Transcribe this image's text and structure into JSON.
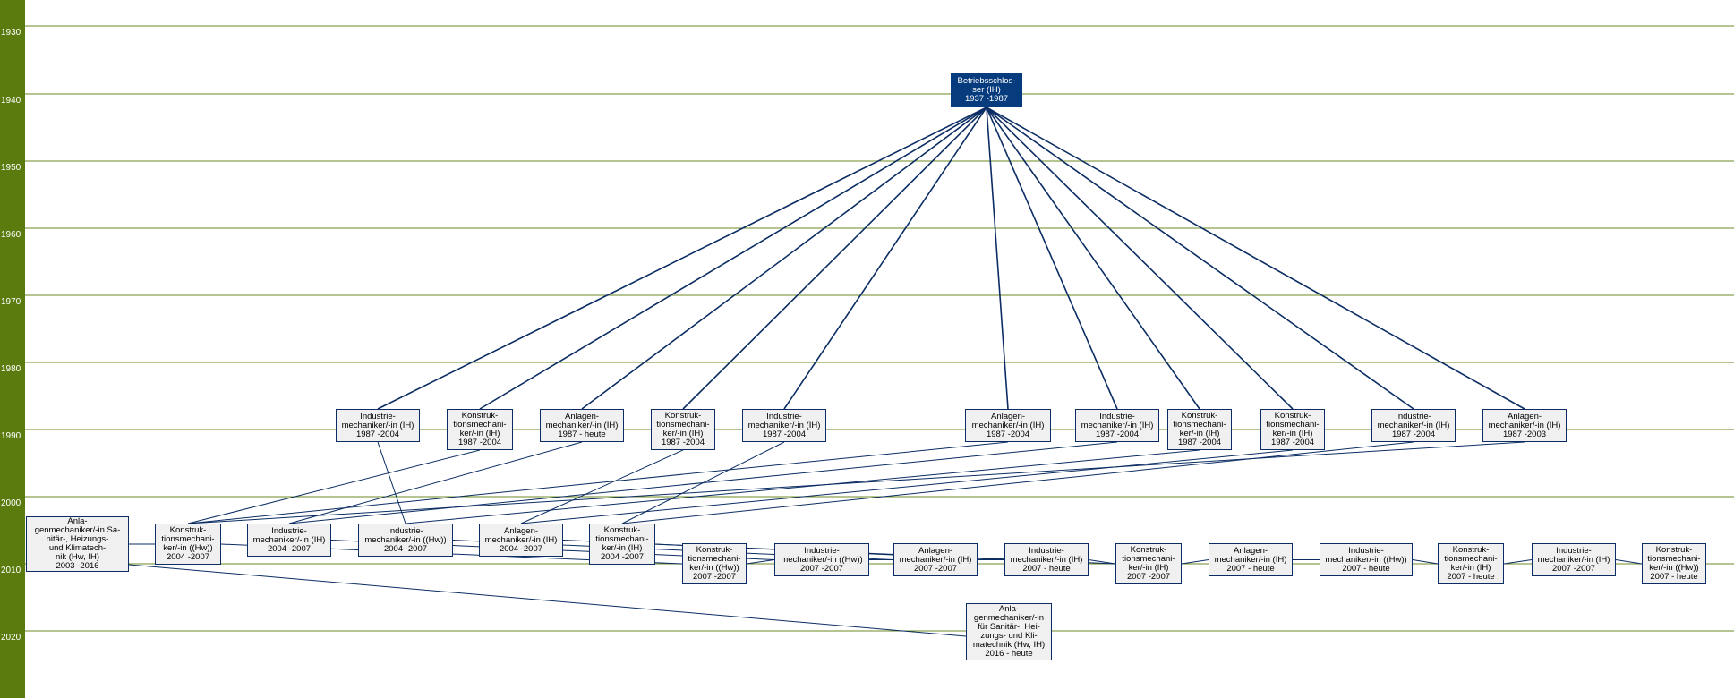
{
  "colors": {
    "timebar": "#5b7b0f",
    "gridline": "#6b8a22",
    "edge": "#0b2d63",
    "node_bg": "#f0f0f0",
    "root_bg": "#063b7d"
  },
  "timeline": {
    "years": [
      "1930",
      "1940",
      "1950",
      "1960",
      "1970",
      "1980",
      "1990",
      "2000",
      "2010",
      "2020"
    ]
  },
  "nodes": [
    {
      "id": "root",
      "root": true,
      "lines": [
        "Betriebsschlos-",
        "ser (IH)",
        "1937 -1987"
      ]
    },
    {
      "id": "a1",
      "lines": [
        "Industrie-",
        "mechaniker/-in (IH)",
        "1987 -2004"
      ]
    },
    {
      "id": "a2",
      "lines": [
        "Konstruk-",
        "tionsmechani-",
        "ker/-in (IH)",
        "1987 -2004"
      ]
    },
    {
      "id": "a3",
      "lines": [
        "Anlagen-",
        "mechaniker/-in (IH)",
        "1987 - heute"
      ]
    },
    {
      "id": "a4",
      "lines": [
        "Konstruk-",
        "tionsmechani-",
        "ker/-in (IH)",
        "1987 -2004"
      ]
    },
    {
      "id": "a5",
      "lines": [
        "Industrie-",
        "mechaniker/-in (IH)",
        "1987 -2004"
      ]
    },
    {
      "id": "a6",
      "lines": [
        "Anlagen-",
        "mechaniker/-in (IH)",
        "1987 -2004"
      ]
    },
    {
      "id": "a7",
      "lines": [
        "Industrie-",
        "mechaniker/-in (IH)",
        "1987 -2004"
      ]
    },
    {
      "id": "a8",
      "lines": [
        "Konstruk-",
        "tionsmechani-",
        "ker/-in (IH)",
        "1987 -2004"
      ]
    },
    {
      "id": "a9",
      "lines": [
        "Konstruk-",
        "tionsmechani-",
        "ker/-in (IH)",
        "1987 -2004"
      ]
    },
    {
      "id": "a10",
      "lines": [
        "Industrie-",
        "mechaniker/-in (IH)",
        "1987 -2004"
      ]
    },
    {
      "id": "a11",
      "lines": [
        "Anlagen-",
        "mechaniker/-in (IH)",
        "1987 -2003"
      ]
    },
    {
      "id": "b0",
      "lines": [
        "Anla-",
        "genmechaniker/-in Sa-",
        "nitär-, Heizungs-",
        "und Klimatech-",
        "nik (Hw, IH)",
        "2003 -2016"
      ]
    },
    {
      "id": "b1",
      "lines": [
        "Konstruk-",
        "tionsmechani-",
        "ker/-in ((Hw))",
        "2004 -2007"
      ]
    },
    {
      "id": "b2",
      "lines": [
        "Industrie-",
        "mechaniker/-in (IH)",
        "2004 -2007"
      ]
    },
    {
      "id": "b3",
      "lines": [
        "Industrie-",
        "mechaniker/-in ((Hw))",
        "2004 -2007"
      ]
    },
    {
      "id": "b4",
      "lines": [
        "Anlagen-",
        "mechaniker/-in (IH)",
        "2004 -2007"
      ]
    },
    {
      "id": "b5",
      "lines": [
        "Konstruk-",
        "tionsmechani-",
        "ker/-in (IH)",
        "2004 -2007"
      ]
    },
    {
      "id": "c1",
      "lines": [
        "Konstruk-",
        "tionsmechani-",
        "ker/-in ((Hw))",
        "2007 -2007"
      ]
    },
    {
      "id": "c2",
      "lines": [
        "Industrie-",
        "mechaniker/-in ((Hw))",
        "2007 -2007"
      ]
    },
    {
      "id": "c3",
      "lines": [
        "Anlagen-",
        "mechaniker/-in (IH)",
        "2007 -2007"
      ]
    },
    {
      "id": "c4",
      "lines": [
        "Industrie-",
        "mechaniker/-in (IH)",
        "2007 - heute"
      ]
    },
    {
      "id": "c5",
      "lines": [
        "Konstruk-",
        "tionsmechani-",
        "ker/-in (IH)",
        "2007 -2007"
      ]
    },
    {
      "id": "c6",
      "lines": [
        "Anlagen-",
        "mechaniker/-in (IH)",
        "2007 - heute"
      ]
    },
    {
      "id": "c7",
      "lines": [
        "Industrie-",
        "mechaniker/-in ((Hw))",
        "2007 - heute"
      ]
    },
    {
      "id": "c8",
      "lines": [
        "Konstruk-",
        "tionsmechani-",
        "ker/-in (IH)",
        "2007 - heute"
      ]
    },
    {
      "id": "c9",
      "lines": [
        "Industrie-",
        "mechaniker/-in (IH)",
        "2007 -2007"
      ]
    },
    {
      "id": "c10",
      "lines": [
        "Konstruk-",
        "tionsmechani-",
        "ker/-in ((Hw))",
        "2007 - heute"
      ]
    },
    {
      "id": "d1",
      "lines": [
        "Anla-",
        "genmechaniker/-in",
        "für Sanitär-, Hei-",
        "zungs- und Kli-",
        "matechnik (Hw, IH)",
        "2016 - heute"
      ]
    }
  ],
  "edges": [
    [
      "root",
      "a1"
    ],
    [
      "root",
      "a2"
    ],
    [
      "root",
      "a3"
    ],
    [
      "root",
      "a4"
    ],
    [
      "root",
      "a5"
    ],
    [
      "root",
      "a6"
    ],
    [
      "root",
      "a7"
    ],
    [
      "root",
      "a8"
    ],
    [
      "root",
      "a9"
    ],
    [
      "root",
      "a10"
    ],
    [
      "root",
      "a11"
    ],
    [
      "a1",
      "b3"
    ],
    [
      "a2",
      "b1"
    ],
    [
      "a3",
      "b2"
    ],
    [
      "a4",
      "b4"
    ],
    [
      "a5",
      "b5"
    ],
    [
      "a6",
      "b1"
    ],
    [
      "a7",
      "b2"
    ],
    [
      "a8",
      "b3"
    ],
    [
      "a9",
      "b4"
    ],
    [
      "a10",
      "b5"
    ],
    [
      "a11",
      "b1"
    ],
    [
      "b0",
      "b1"
    ],
    [
      "b0",
      "d1"
    ],
    [
      "b1",
      "c1"
    ],
    [
      "b2",
      "c2"
    ],
    [
      "b3",
      "c3"
    ],
    [
      "b4",
      "c4"
    ],
    [
      "b5",
      "c5"
    ],
    [
      "c1",
      "c2"
    ],
    [
      "c2",
      "c3"
    ],
    [
      "c3",
      "c4"
    ],
    [
      "c4",
      "c5"
    ],
    [
      "c5",
      "c6"
    ],
    [
      "c6",
      "c7"
    ],
    [
      "c7",
      "c8"
    ],
    [
      "c8",
      "c9"
    ],
    [
      "c9",
      "c10"
    ]
  ]
}
